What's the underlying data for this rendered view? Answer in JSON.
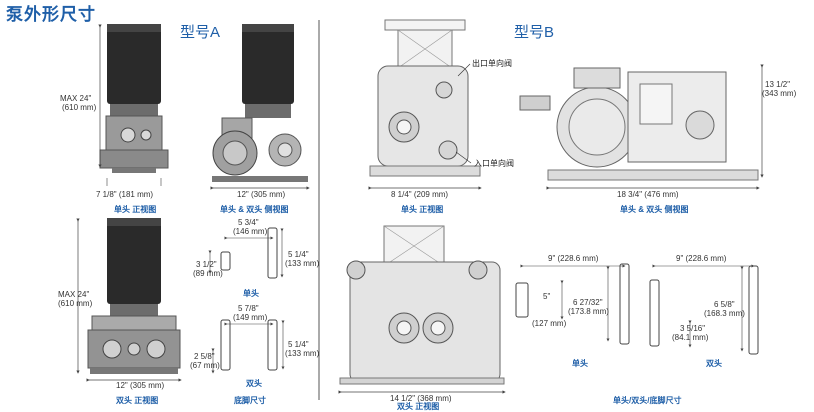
{
  "page_title": "泵外形尺寸",
  "model_a": {
    "label": "型号A",
    "single_front": {
      "caption": "单头 正视图",
      "height": "MAX 24\"",
      "height_mm": "(610 mm)",
      "width": "7 1/8\" (181 mm)"
    },
    "side": {
      "caption": "单头 & 双头 侧视图",
      "width": "12\" (305 mm)"
    },
    "double_front": {
      "caption": "双头 正视图",
      "height": "MAX 24\"",
      "height_mm": "(610 mm)",
      "width": "12\" (305 mm)"
    },
    "footprint": {
      "caption": "底脚尺寸",
      "single": {
        "label": "单头",
        "d1": "5 3/4\"",
        "d1_mm": "(146 mm)",
        "d2": "3 1/2\"",
        "d2_mm": "(89 mm)",
        "d3": "5 1/4\"",
        "d3_mm": "(133 mm)"
      },
      "double": {
        "label": "双头",
        "d1": "5 7/8\"",
        "d1_mm": "(149 mm)",
        "d2": "2 5/8\"",
        "d2_mm": "(67 mm)",
        "d3": "5 1/4\"",
        "d3_mm": "(133 mm)"
      }
    }
  },
  "model_b": {
    "label": "型号B",
    "outlet_valve": "出口单向阀",
    "inlet_valve": "入口单向阀",
    "single_front": {
      "caption": "单头 正视图",
      "width": "8 1/4\" (209 mm)"
    },
    "side": {
      "caption": "单头 & 双头 侧视图",
      "height": "13 1/2\"",
      "height_mm": "(343 mm)",
      "width": "18 3/4\" (476 mm)"
    },
    "double_front": {
      "caption": "双头 正视图",
      "width": "14 1/2\" (368 mm)"
    },
    "footprint": {
      "caption": "单头/双头/底脚尺寸",
      "single": {
        "label": "单头",
        "w": "9\" (228.6 mm)",
        "h1": "5\"",
        "h1_mm": "(127 mm)",
        "h2": "6 27/32\"",
        "h2_mm": "(173.8 mm)"
      },
      "double": {
        "label": "双头",
        "w": "9\" (228.6 mm)",
        "h1": "6 5/8\"",
        "h1_mm": "(168.3 mm)",
        "h2": "3 5/16\"",
        "h2_mm": "(84.1 mm)"
      }
    }
  }
}
